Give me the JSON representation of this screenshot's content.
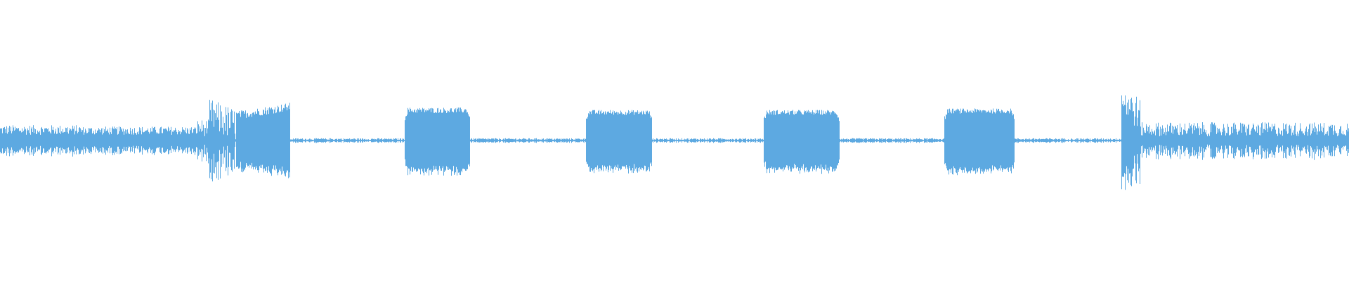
{
  "waveform": {
    "color": "#5DA9E1",
    "background": "#FFFFFF",
    "duration_fraction_note": "",
    "segments": [
      {
        "start": 0.0,
        "end": 0.06,
        "amp": 0.075,
        "noise": 0.035,
        "kind": "noisy"
      },
      {
        "start": 0.06,
        "end": 0.12,
        "amp": 0.07,
        "noise": 0.03,
        "kind": "noisy"
      },
      {
        "start": 0.12,
        "end": 0.145,
        "amp": 0.07,
        "noise": 0.03,
        "kind": "noisy"
      },
      {
        "start": 0.145,
        "end": 0.155,
        "amp": 0.09,
        "noise": 0.06,
        "kind": "noisy"
      },
      {
        "start": 0.155,
        "end": 0.175,
        "amp": 0.18,
        "noise": 0.12,
        "kind": "burst"
      },
      {
        "start": 0.175,
        "end": 0.215,
        "amp": 0.24,
        "noise": 0.03,
        "kind": "solid-ramp"
      },
      {
        "start": 0.215,
        "end": 0.3,
        "amp": 0.01,
        "noise": 0.006,
        "kind": "quiet"
      },
      {
        "start": 0.3,
        "end": 0.348,
        "amp": 0.215,
        "noise": 0.02,
        "kind": "tone"
      },
      {
        "start": 0.348,
        "end": 0.434,
        "amp": 0.01,
        "noise": 0.006,
        "kind": "quiet"
      },
      {
        "start": 0.434,
        "end": 0.483,
        "amp": 0.2,
        "noise": 0.018,
        "kind": "tone"
      },
      {
        "start": 0.483,
        "end": 0.566,
        "amp": 0.01,
        "noise": 0.006,
        "kind": "quiet"
      },
      {
        "start": 0.566,
        "end": 0.622,
        "amp": 0.2,
        "noise": 0.018,
        "kind": "tone"
      },
      {
        "start": 0.622,
        "end": 0.7,
        "amp": 0.01,
        "noise": 0.006,
        "kind": "quiet"
      },
      {
        "start": 0.7,
        "end": 0.752,
        "amp": 0.21,
        "noise": 0.018,
        "kind": "tone"
      },
      {
        "start": 0.752,
        "end": 0.831,
        "amp": 0.01,
        "noise": 0.006,
        "kind": "quiet"
      },
      {
        "start": 0.831,
        "end": 0.845,
        "amp": 0.3,
        "noise": 0.12,
        "kind": "burst"
      },
      {
        "start": 0.845,
        "end": 1.0,
        "amp": 0.08,
        "noise": 0.05,
        "kind": "noisy"
      }
    ]
  }
}
